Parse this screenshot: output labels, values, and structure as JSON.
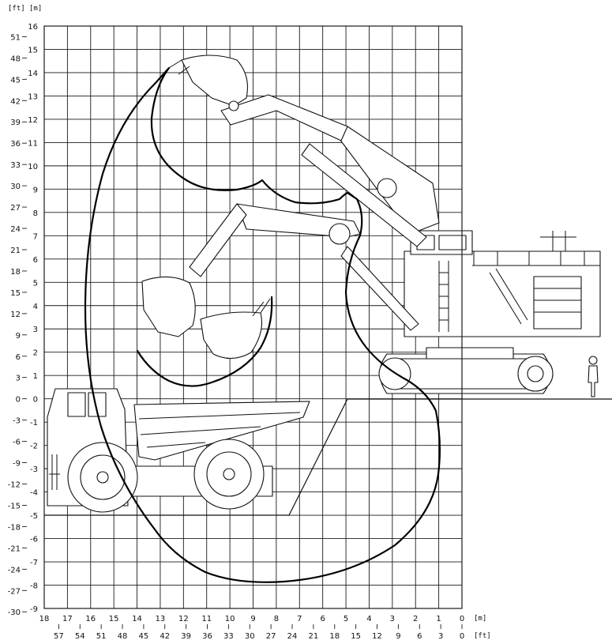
{
  "axes": {
    "left_ft_unit": "[ft]",
    "left_m_unit": "[m]",
    "bottom_m_unit": "[m]",
    "bottom_ft_unit": "[ft]",
    "y_m_ticks": [
      "16",
      "15",
      "14",
      "13",
      "12",
      "11",
      "10",
      "9",
      "8",
      "7",
      "6",
      "5",
      "4",
      "3",
      "2",
      "1",
      "0",
      "-1",
      "-2",
      "-3",
      "-4",
      "-5",
      "-6",
      "-7",
      "-8",
      "-9"
    ],
    "y_ft_ticks": [
      "51",
      "48",
      "45",
      "42",
      "39",
      "36",
      "33",
      "30",
      "27",
      "24",
      "21",
      "18",
      "15",
      "12",
      "9",
      "6",
      "3",
      "0",
      "-3",
      "-6",
      "-9",
      "-12",
      "-15",
      "-18",
      "-21",
      "-24",
      "-27",
      "-30"
    ],
    "x_m_ticks": [
      "18",
      "17",
      "16",
      "15",
      "14",
      "13",
      "12",
      "11",
      "10",
      "9",
      "8",
      "7",
      "6",
      "5",
      "4",
      "3",
      "2",
      "1",
      "0"
    ],
    "x_ft_ticks": [
      "57",
      "54",
      "51",
      "48",
      "45",
      "42",
      "39",
      "36",
      "33",
      "30",
      "27",
      "24",
      "21",
      "18",
      "15",
      "12",
      "9",
      "6",
      "3",
      "0"
    ],
    "y_range_m": [
      -9,
      16
    ],
    "x_range_m": [
      0,
      18
    ]
  },
  "drawing": {
    "envelope_outline": "working-range-envelope",
    "machine": "hydraulic-shovel",
    "truck": "dump-truck",
    "person": "human-figure-scale"
  }
}
